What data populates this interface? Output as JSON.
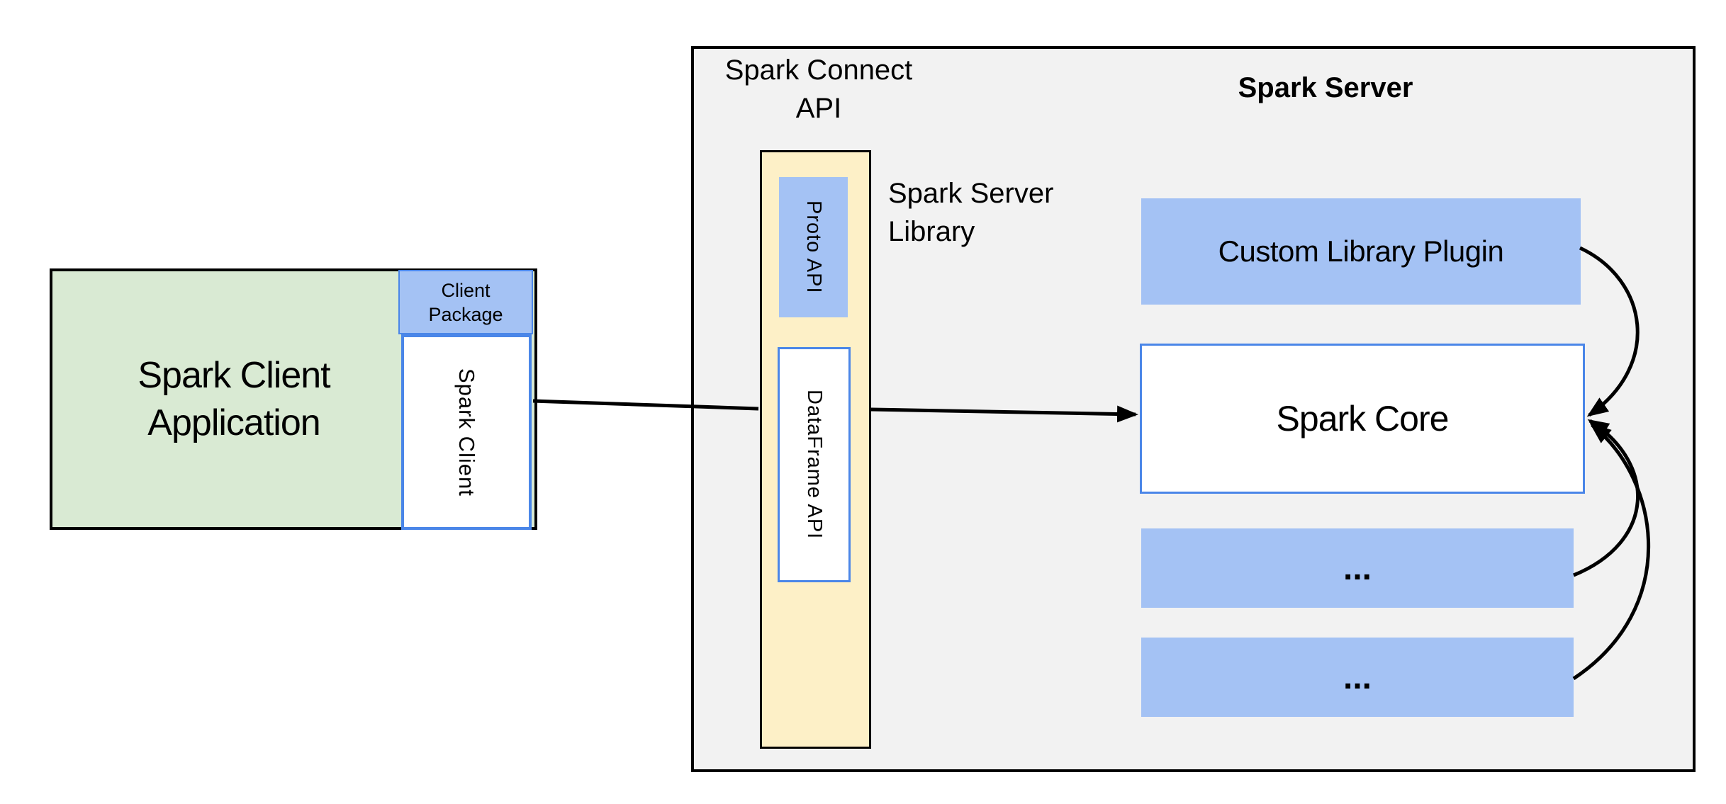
{
  "client": {
    "app_label": "Spark Client\nApplication",
    "package_label": "Client\nPackage",
    "client_label": "Spark Client"
  },
  "connect": {
    "api_label": "Spark Connect\nAPI",
    "proto_label": "Proto  API",
    "dataframe_label": "DataFrame API",
    "library_label": "Spark Server\nLibrary"
  },
  "server": {
    "title": "Spark Server",
    "plugin_label": "Custom Library Plugin",
    "core_label": "Spark Core",
    "ellipsis1": "...",
    "ellipsis2": "..."
  },
  "colors": {
    "green": "#d9ead3",
    "blue": "#a4c2f4",
    "yellow": "#fdf0c7",
    "gray": "#f2f2f2",
    "blue_border": "#4a86e8",
    "ink": "#000000"
  }
}
